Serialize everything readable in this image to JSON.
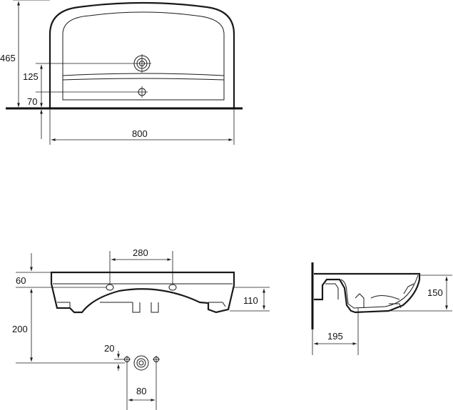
{
  "dimensions": {
    "top_view": {
      "depth": "465",
      "tap_hole_offset": "125",
      "overflow_offset": "70",
      "width": "800"
    },
    "front_view": {
      "tap_hole_spacing": "280",
      "rim_height": "60",
      "bowl_height": "110",
      "drain_height": "200",
      "connection_offset": "20",
      "connection_spacing": "80"
    },
    "side_view": {
      "height": "150",
      "projection": "195"
    }
  }
}
